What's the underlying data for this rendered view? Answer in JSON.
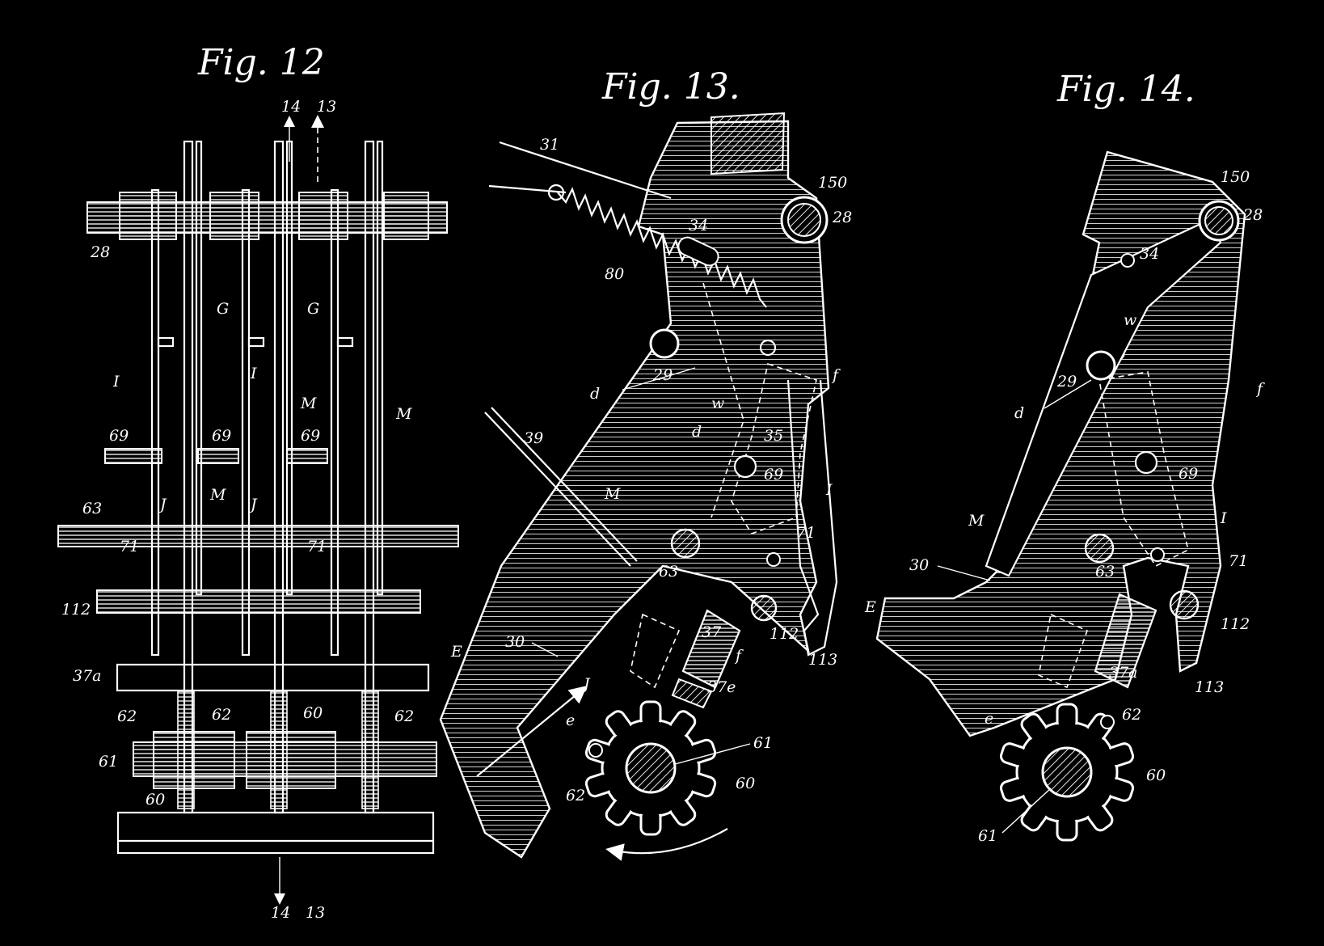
{
  "figures": [
    {
      "id": "fig12",
      "title": "Fig. 12"
    },
    {
      "id": "fig13",
      "title": "Fig. 13."
    },
    {
      "id": "fig14",
      "title": "Fig. 14."
    }
  ],
  "fig12_labels": {
    "top_arrow_14": "14",
    "top_arrow_13": "13",
    "bottom_arrow_14": "14",
    "bottom_arrow_13": "13",
    "shaft_28": "28",
    "G1": "G",
    "G2": "G",
    "I1": "I",
    "I2": "I",
    "M1": "M",
    "M2": "M",
    "M3": "M",
    "n69_a": "69",
    "n69_b": "69",
    "n69_c": "69",
    "n63": "63",
    "J1": "J",
    "J2": "J",
    "n71_a": "71",
    "n71_b": "71",
    "n112": "112",
    "n37a": "37a",
    "n62_a": "62",
    "n62_b": "62",
    "n62_c": "62",
    "n60_a": "60",
    "n60_b": "60",
    "n61": "61"
  },
  "fig13_labels": {
    "n31": "31",
    "n28": "28",
    "n150": "150",
    "n34": "34",
    "n80": "80",
    "n29": "29",
    "d1": "d",
    "d2": "d",
    "w": "w",
    "f1": "f",
    "f2": "f",
    "n39": "39",
    "n69": "69",
    "M": "M",
    "I": "I",
    "n71": "71",
    "n63": "63",
    "n112": "112",
    "n113": "113",
    "n37": "37",
    "n37e": "37e",
    "E": "E",
    "n30": "30",
    "J": "J",
    "e": "e",
    "n61": "61",
    "n60": "60",
    "n62": "62"
  },
  "fig14_labels": {
    "n150": "150",
    "n28": "28",
    "n34": "34",
    "w": "w",
    "n29": "29",
    "d": "d",
    "f": "f",
    "n69": "69",
    "M": "M",
    "I": "I",
    "n30": "30",
    "n71": "71",
    "n63": "63",
    "E": "E",
    "n112": "112",
    "n37a": "37a",
    "n113": "113",
    "e": "e",
    "n62": "62",
    "n60": "60",
    "n61": "61"
  },
  "colors": {
    "background": "#000000",
    "ink": "#ffffff"
  }
}
